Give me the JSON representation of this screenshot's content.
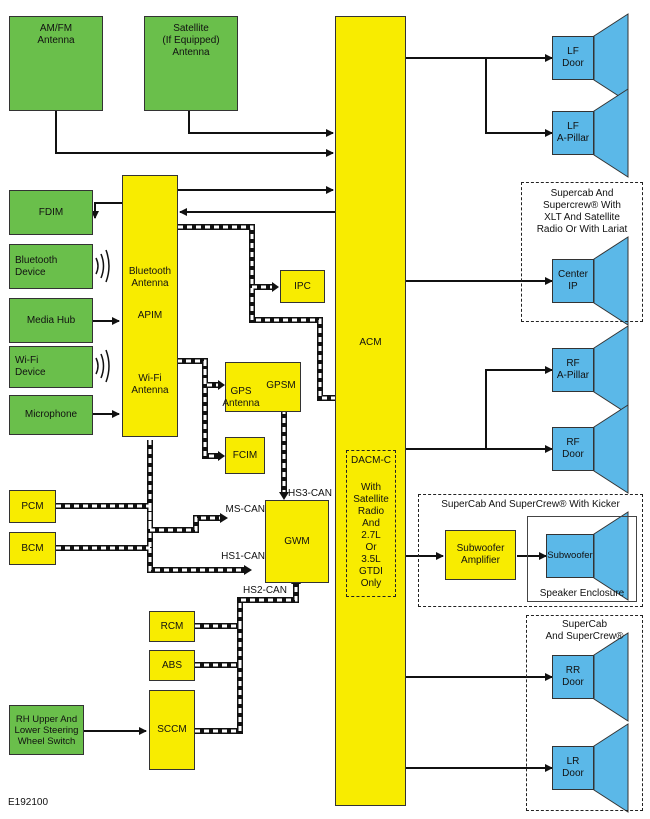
{
  "modules": {
    "am_fm_antenna": "AM/FM\nAntenna",
    "satellite_antenna": "Satellite\n(If Equipped)\nAntenna",
    "fdim": "FDIM",
    "bluetooth_device": "Bluetooth\nDevice",
    "media_hub": "Media Hub",
    "wifi_device": "Wi-Fi\nDevice",
    "microphone": "Microphone",
    "apim": "APIM",
    "bluetooth_antenna": "Bluetooth\nAntenna",
    "wifi_antenna": "Wi-Fi\nAntenna",
    "ipc": "IPC",
    "gpsm": "GPSM",
    "gps_antenna": "GPS\nAntenna",
    "fcim": "FCIM",
    "gwm": "GWM",
    "pcm": "PCM",
    "bcm": "BCM",
    "rcm": "RCM",
    "abs": "ABS",
    "sccm": "SCCM",
    "steering_switch": "RH Upper And\nLower Steering\nWheel Switch",
    "acm": "ACM",
    "dacm": "DACM-C",
    "dacm_note": "With\nSatellite\nRadio\nAnd\n2.7L\nOr\n3.5L\nGTDI\nOnly",
    "subwoofer_amplifier": "Subwoofer\nAmplifier",
    "subwoofer": "Subwoofer",
    "speaker_enclosure": "Speaker Enclosure"
  },
  "speakers": {
    "lf_door": "LF\nDoor",
    "lf_a_pillar": "LF\nA-Pillar",
    "center_ip": "Center\nIP",
    "rf_a_pillar": "RF\nA-Pillar",
    "rf_door": "RF\nDoor",
    "rr_door": "RR\nDoor",
    "lr_door": "LR\nDoor"
  },
  "bus_labels": {
    "ms_can": "MS-CAN",
    "hs1_can": "HS1-CAN",
    "hs2_can": "HS2-CAN",
    "hs3_can": "HS3-CAN"
  },
  "group_labels": {
    "center_group": "Supercab And\nSupercrew® With\nXLT And Satellite\nRadio Or With Lariat",
    "kicker_group": "SuperCab And SuperCrew® With Kicker",
    "rear_group": "SuperCab\nAnd SuperCrew®"
  },
  "figure_id": "E192100",
  "colors": {
    "module_green": "#6abf4b",
    "module_yellow": "#f8ec00",
    "speaker_blue": "#5bb8e8"
  }
}
